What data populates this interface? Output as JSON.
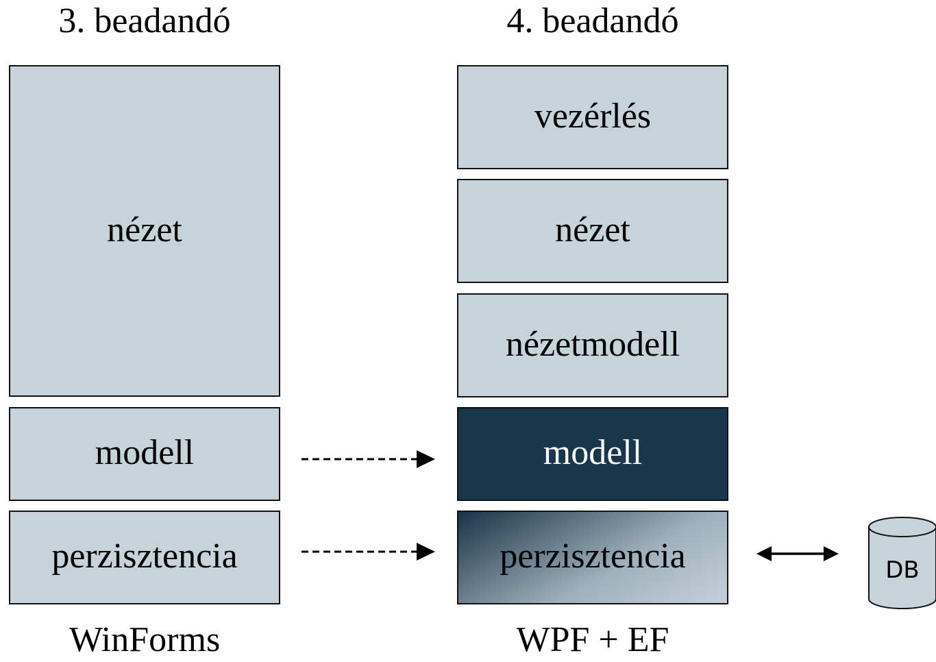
{
  "left_column": {
    "heading": "3. beadandó",
    "footer": "WinForms",
    "layers": {
      "view": "nézet",
      "model": "modell",
      "persistence": "perzisztencia"
    }
  },
  "right_column": {
    "heading": "4. beadandó",
    "footer": "WPF + EF",
    "layers": {
      "control": "vezérlés",
      "view": "nézet",
      "viewmodel": "nézetmodell",
      "model": "modell",
      "persistence": "perzisztencia"
    }
  },
  "database": {
    "label": "DB"
  },
  "colors": {
    "box_fill": "#c7d3db",
    "highlight_fill": "#19364a",
    "border": "#111111"
  }
}
